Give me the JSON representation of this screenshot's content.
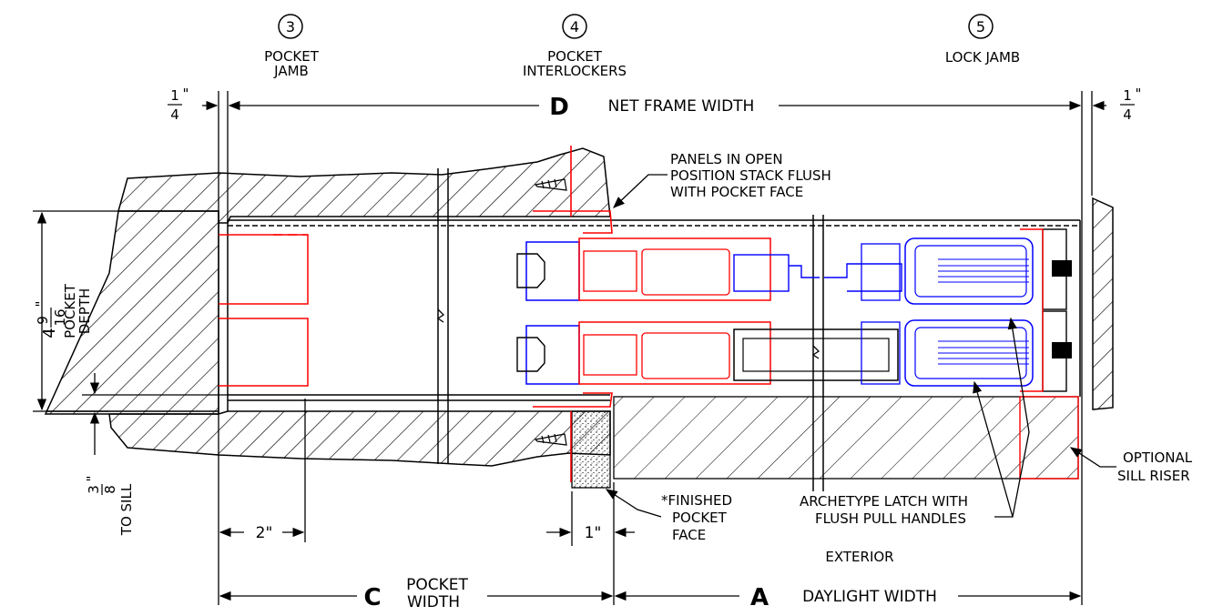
{
  "callouts": [
    {
      "number": "3",
      "lines": [
        "POCKET",
        "JAMB"
      ]
    },
    {
      "number": "4",
      "lines": [
        "POCKET",
        "INTERLOCKERS"
      ]
    },
    {
      "number": "5",
      "lines": [
        "LOCK JAMB"
      ]
    }
  ],
  "dimensions": {
    "d_letter": "D",
    "d_text": "NET FRAME WIDTH",
    "left_quarter": {
      "num": "1",
      "den": "4",
      "mark": "\""
    },
    "right_quarter": {
      "num": "1",
      "den": "4",
      "mark": "\""
    },
    "pocket_depth": {
      "whole": "4",
      "num": "9",
      "den": "16",
      "mark": "\"",
      "line1": "POCKET",
      "line2": "DEPTH"
    },
    "to_sill": {
      "num": "3",
      "den": "8",
      "mark": "\"",
      "text": "TO SILL"
    },
    "two_inch": "2\"",
    "one_inch": "1\"",
    "c_letter": "C",
    "c_text_line1": "POCKET",
    "c_text_line2": "WIDTH",
    "a_letter": "A",
    "a_text": "DAYLIGHT WIDTH"
  },
  "notes": {
    "panels": [
      "PANELS IN OPEN",
      "POSITION STACK FLUSH",
      "WITH POCKET FACE"
    ],
    "finished": [
      "*FINISHED",
      "POCKET",
      "FACE"
    ],
    "latch": [
      "ARCHETYPE LATCH WITH",
      "FLUSH PULL HANDLES"
    ],
    "sill": [
      "OPTIONAL",
      "SILL RISER"
    ],
    "exterior": "EXTERIOR"
  },
  "colors": {
    "line": "#000000",
    "panel_red": "#ff0000",
    "hardware_blue": "#0000ff",
    "background": "#ffffff"
  }
}
